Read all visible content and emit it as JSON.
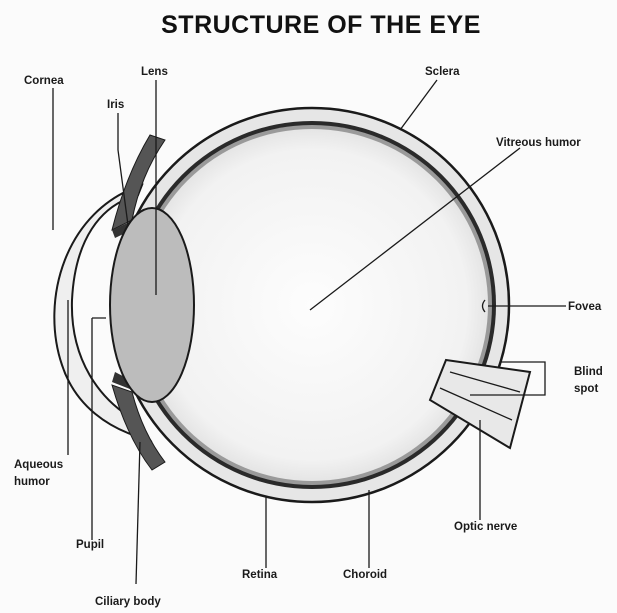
{
  "title": "STRUCTURE OF THE EYE",
  "labels": {
    "cornea": "Cornea",
    "lens": "Lens",
    "iris": "Iris",
    "sclera": "Sclera",
    "vitreous_humor": "Vitreous humor",
    "fovea": "Fovea",
    "blind_spot_line1": "Blind",
    "blind_spot_line2": "spot",
    "aqueous_line1": "Aqueous",
    "aqueous_line2": "humor",
    "pupil": "Pupil",
    "ciliary_body": "Ciliary body",
    "retina": "Retina",
    "choroid": "Choroid",
    "optic_nerve": "Optic nerve"
  },
  "colors": {
    "ink": "#1a1a1a",
    "lens_fill": "#bcbcbc",
    "sclera_band": "#e2e2e2",
    "choroid_band": "#2a2a2a",
    "vitreous": "#f5f5f5"
  }
}
